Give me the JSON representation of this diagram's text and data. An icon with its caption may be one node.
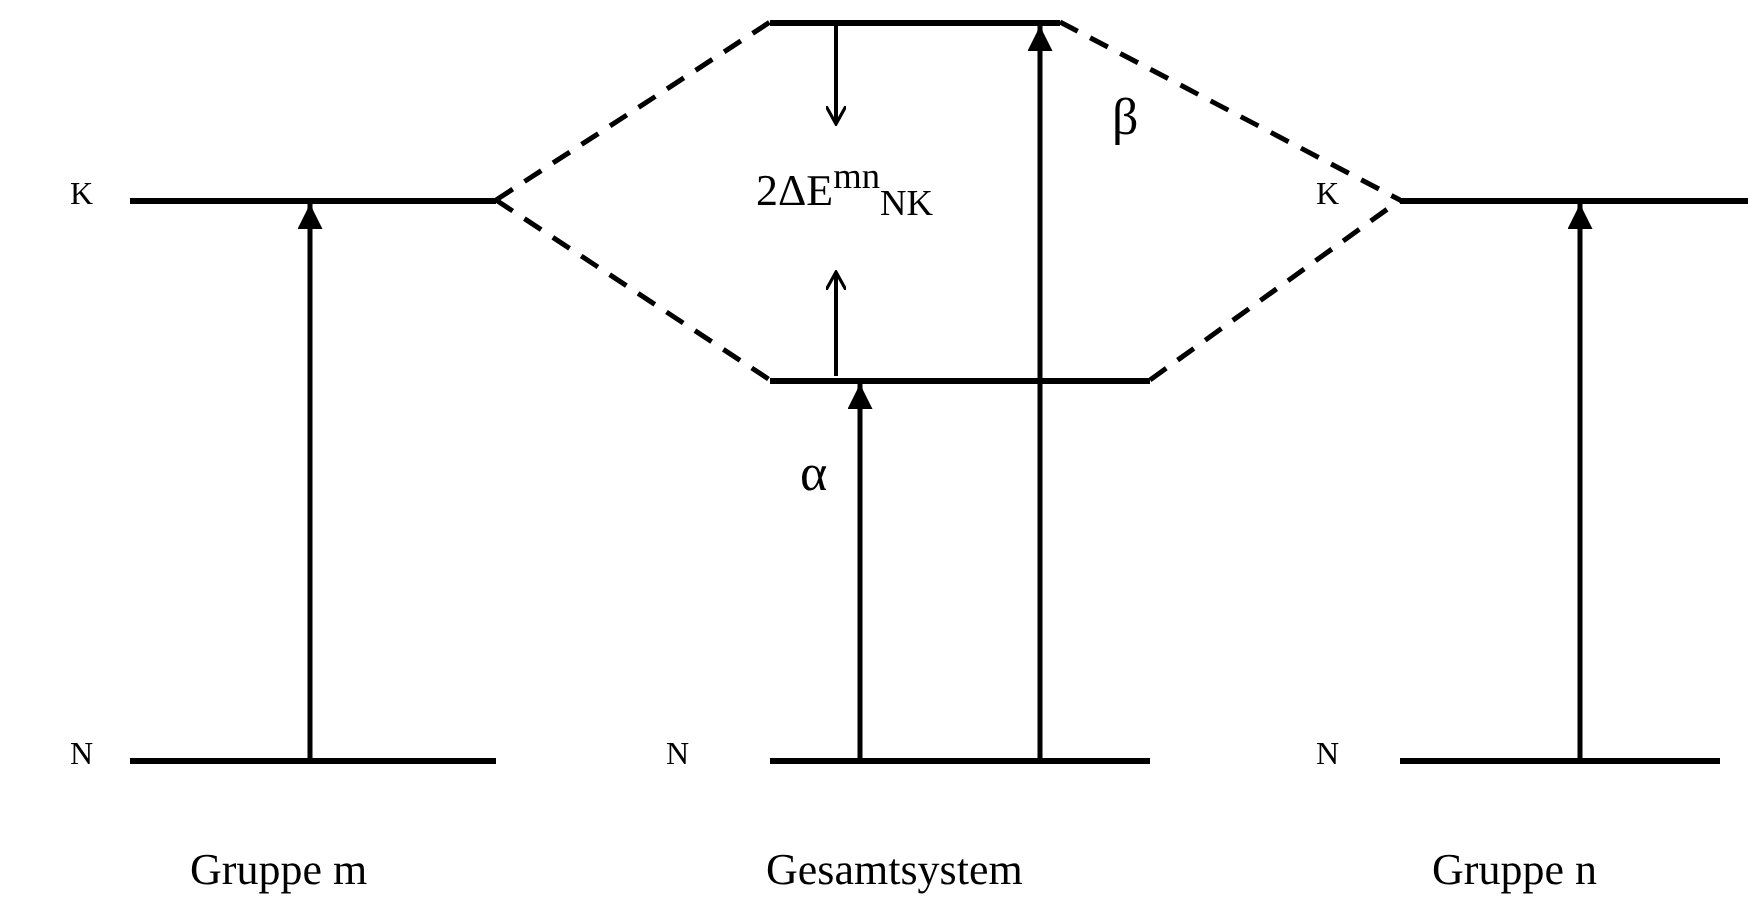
{
  "diagram": {
    "nodes": [
      {
        "text": [],
        "shape": "bar",
        "beside": [
          "K"
        ]
      },
      {
        "text": [],
        "shape": "bar",
        "beside": [
          "N"
        ]
      },
      {
        "text": [],
        "shape": "bar"
      },
      {
        "text": [],
        "shape": "bar"
      },
      {
        "text": [],
        "shape": "bar",
        "beside": [
          "N"
        ]
      },
      {
        "text": [],
        "shape": "bar",
        "beside": [
          "K"
        ]
      },
      {
        "text": [],
        "shape": "bar",
        "beside": [
          "N"
        ]
      }
    ],
    "edges": [
      {
        "from": 1,
        "to": 0,
        "arrow": "to"
      },
      {
        "from": 0,
        "to": 2,
        "arrow": "none",
        "style": "dashed"
      },
      {
        "from": 0,
        "to": 3,
        "arrow": "none",
        "style": "dashed"
      },
      {
        "from": 4,
        "to": 3,
        "arrow": "to",
        "label": "α"
      },
      {
        "from": 4,
        "to": 2,
        "arrow": "to",
        "label": "β"
      },
      {
        "from": 2,
        "to": 5,
        "arrow": "none",
        "style": "dashed"
      },
      {
        "from": 3,
        "to": 5,
        "arrow": "none",
        "style": "dashed"
      },
      {
        "from": 6,
        "to": 5,
        "arrow": "to"
      }
    ],
    "labels": [
      "2ΔE$^{mn}$$_{NK}$",
      "Gruppe m",
      "Gesamtsystem",
      "Gruppe n"
    ]
  }
}
